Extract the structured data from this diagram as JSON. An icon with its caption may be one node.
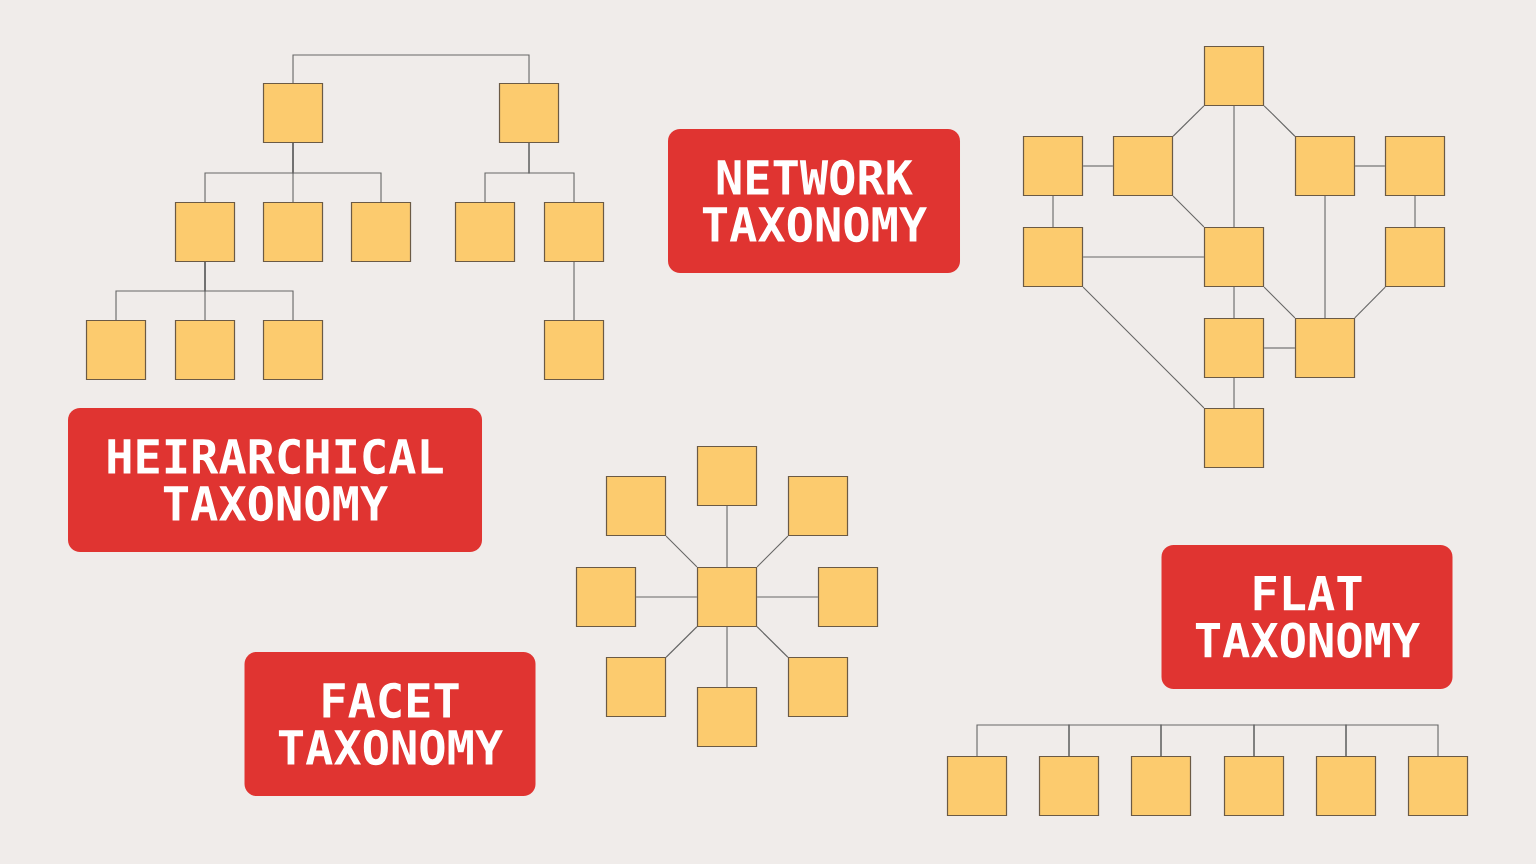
{
  "diagram": {
    "nodes": [
      {
        "text": [],
        "shape": "box"
      },
      {
        "text": [],
        "shape": "box"
      },
      {
        "text": [],
        "shape": "box"
      },
      {
        "text": [],
        "shape": "box"
      },
      {
        "text": [],
        "shape": "box"
      },
      {
        "text": [],
        "shape": "box"
      },
      {
        "text": [],
        "shape": "box"
      },
      {
        "text": [],
        "shape": "box"
      },
      {
        "text": [],
        "shape": "box"
      },
      {
        "text": [],
        "shape": "box"
      },
      {
        "text": [],
        "shape": "box"
      },
      {
        "text": [
          "NETWORK TAXONOMY"
        ]
      },
      {
        "text": [],
        "shape": "box"
      },
      {
        "text": [],
        "shape": "box"
      },
      {
        "text": [],
        "shape": "box"
      },
      {
        "text": [],
        "shape": "box"
      },
      {
        "text": [],
        "shape": "box"
      },
      {
        "text": [],
        "shape": "box"
      },
      {
        "text": [],
        "shape": "box"
      },
      {
        "text": [],
        "shape": "box"
      },
      {
        "text": [],
        "shape": "box"
      },
      {
        "text": [],
        "shape": "box"
      },
      {
        "text": [],
        "shape": "box"
      },
      {
        "text": [
          "HEIRARCHICAL TAXONOMY"
        ]
      },
      {
        "text": [],
        "shape": "box"
      },
      {
        "text": [],
        "shape": "box"
      },
      {
        "text": [],
        "shape": "box"
      },
      {
        "text": [],
        "shape": "box"
      },
      {
        "text": [],
        "shape": "box"
      },
      {
        "text": [],
        "shape": "box"
      },
      {
        "text": [],
        "shape": "box"
      },
      {
        "text": [],
        "shape": "box"
      },
      {
        "text": [],
        "shape": "box"
      },
      {
        "text": [
          "FLAT TAXONOMY"
        ]
      },
      {
        "text": [
          "FACET TAXONOMY"
        ]
      },
      {
        "text": [],
        "shape": "box"
      },
      {
        "text": [],
        "shape": "box"
      },
      {
        "text": [],
        "shape": "box"
      },
      {
        "text": [],
        "shape": "box"
      },
      {
        "text": [],
        "shape": "box"
      },
      {
        "text": [],
        "shape": "box"
      }
    ],
    "edges": [
      {
        "from": 0,
        "to": 1,
        "arrow": "none"
      },
      {
        "from": 0,
        "to": 2,
        "arrow": "none"
      },
      {
        "from": 0,
        "to": 3,
        "arrow": "none"
      },
      {
        "from": 0,
        "to": 4,
        "arrow": "none"
      },
      {
        "from": 1,
        "to": 5,
        "arrow": "none"
      },
      {
        "from": 1,
        "to": 6,
        "arrow": "none"
      },
      {
        "from": 2,
        "to": 7,
        "arrow": "none"
      },
      {
        "from": 2,
        "to": 8,
        "arrow": "none"
      },
      {
        "from": 2,
        "to": 9,
        "arrow": "none"
      },
      {
        "from": 6,
        "to": 10,
        "arrow": "none"
      },
      {
        "from": 12,
        "to": 14,
        "arrow": "none"
      },
      {
        "from": 12,
        "to": 18,
        "arrow": "none"
      },
      {
        "from": 12,
        "to": 15,
        "arrow": "none"
      },
      {
        "from": 13,
        "to": 14,
        "arrow": "none"
      },
      {
        "from": 13,
        "to": 17,
        "arrow": "none"
      },
      {
        "from": 15,
        "to": 16,
        "arrow": "none"
      },
      {
        "from": 16,
        "to": 19,
        "arrow": "none"
      },
      {
        "from": 14,
        "to": 18,
        "arrow": "none"
      },
      {
        "from": 17,
        "to": 18,
        "arrow": "none"
      },
      {
        "from": 15,
        "to": 21,
        "arrow": "none"
      },
      {
        "from": 18,
        "to": 21,
        "arrow": "none"
      },
      {
        "from": 19,
        "to": 21,
        "arrow": "none"
      },
      {
        "from": 18,
        "to": 20,
        "arrow": "none"
      },
      {
        "from": 20,
        "to": 21,
        "arrow": "none"
      },
      {
        "from": 20,
        "to": 22,
        "arrow": "none"
      },
      {
        "from": 17,
        "to": 22,
        "arrow": "none"
      },
      {
        "from": 24,
        "to": 25,
        "arrow": "none"
      },
      {
        "from": 24,
        "to": 26,
        "arrow": "none"
      },
      {
        "from": 24,
        "to": 27,
        "arrow": "none"
      },
      {
        "from": 24,
        "to": 28,
        "arrow": "none"
      },
      {
        "from": 24,
        "to": 29,
        "arrow": "none"
      },
      {
        "from": 24,
        "to": 30,
        "arrow": "none"
      },
      {
        "from": 24,
        "to": 31,
        "arrow": "none"
      },
      {
        "from": 24,
        "to": 32,
        "arrow": "none"
      },
      {
        "from": 35,
        "to": 36,
        "arrow": "none"
      },
      {
        "from": 36,
        "to": 37,
        "arrow": "none"
      },
      {
        "from": 37,
        "to": 38,
        "arrow": "none"
      },
      {
        "from": 38,
        "to": 39,
        "arrow": "none"
      },
      {
        "from": 39,
        "to": 40,
        "arrow": "none"
      }
    ]
  }
}
